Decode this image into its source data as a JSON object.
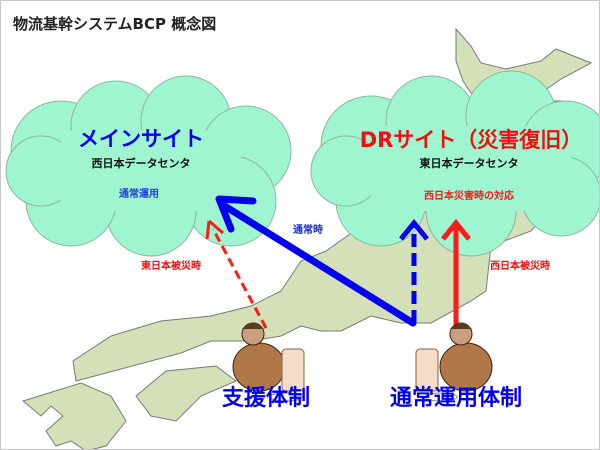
{
  "title": "物流基幹システムBCP 概念図",
  "main_site": {
    "name": "メインサイト",
    "location": "西日本データセンタ",
    "role": "通常運用"
  },
  "dr_site": {
    "name": "DRサイト（災害復旧）",
    "location": "東日本データセンタ",
    "role": "西日本災害時の対応"
  },
  "arrow_labels": {
    "normal": "通常時",
    "east_disaster": "東日本被災時",
    "west_disaster": "西日本被災時"
  },
  "teams": {
    "support": "支援体制",
    "normal_ops": "通常運用体制"
  },
  "colors": {
    "blue": "#0000ee",
    "red": "#ff0000",
    "cloud": "#9ff5d0",
    "land": "#d4e0b8"
  }
}
